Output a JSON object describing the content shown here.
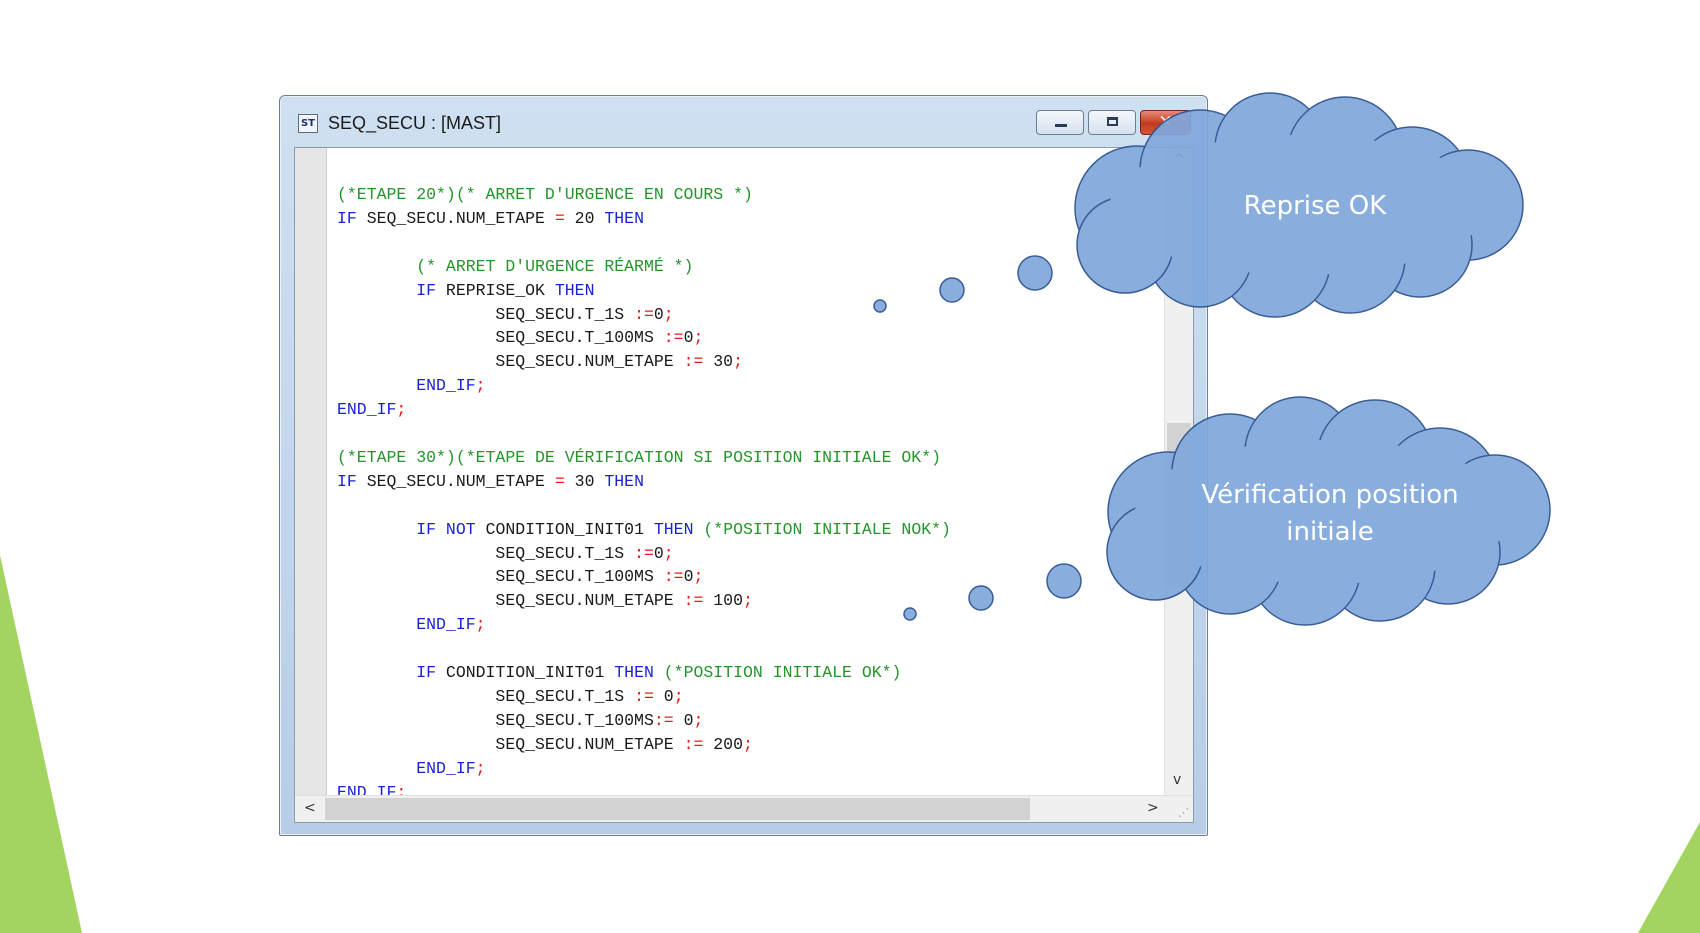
{
  "window": {
    "title": "SEQ_SECU : [MAST]",
    "icon_label": "ST",
    "controls": {
      "minimize": "minimize-icon",
      "maximize": "maximize-icon",
      "close": "✕"
    }
  },
  "code_lines": [
    [
      [
        "c",
        "(*ETAPE 20*)(* ARRET D'URGENCE EN COURS *)"
      ]
    ],
    [
      [
        "k",
        "IF"
      ],
      [
        "t",
        " SEQ_SECU.NUM_ETAPE "
      ],
      [
        "o",
        "="
      ],
      [
        "t",
        " 20 "
      ],
      [
        "k",
        "THEN"
      ]
    ],
    [],
    [
      [
        "t",
        "        "
      ],
      [
        "c",
        "(* ARRET D'URGENCE RÉARMÉ *)"
      ]
    ],
    [
      [
        "t",
        "        "
      ],
      [
        "k",
        "IF"
      ],
      [
        "t",
        " REPRISE_OK "
      ],
      [
        "k",
        "THEN"
      ]
    ],
    [
      [
        "t",
        "                SEQ_SECU.T_1S "
      ],
      [
        "o",
        ":="
      ],
      [
        "t",
        "0"
      ],
      [
        "o",
        ";"
      ]
    ],
    [
      [
        "t",
        "                SEQ_SECU.T_100MS "
      ],
      [
        "o",
        ":="
      ],
      [
        "t",
        "0"
      ],
      [
        "o",
        ";"
      ]
    ],
    [
      [
        "t",
        "                SEQ_SECU.NUM_ETAPE "
      ],
      [
        "o",
        ":="
      ],
      [
        "t",
        " 30"
      ],
      [
        "o",
        ";"
      ]
    ],
    [
      [
        "t",
        "        "
      ],
      [
        "k",
        "END_IF"
      ],
      [
        "o",
        ";"
      ]
    ],
    [
      [
        "k",
        "END_IF"
      ],
      [
        "o",
        ";"
      ]
    ],
    [],
    [
      [
        "c",
        "(*ETAPE 30*)(*ETAPE DE VÉRIFICATION SI POSITION INITIALE OK*)"
      ]
    ],
    [
      [
        "k",
        "IF"
      ],
      [
        "t",
        " SEQ_SECU.NUM_ETAPE "
      ],
      [
        "o",
        "="
      ],
      [
        "t",
        " 30 "
      ],
      [
        "k",
        "THEN"
      ]
    ],
    [],
    [
      [
        "t",
        "        "
      ],
      [
        "k",
        "IF NOT"
      ],
      [
        "t",
        " CONDITION_INIT01 "
      ],
      [
        "k",
        "THEN"
      ],
      [
        "t",
        " "
      ],
      [
        "c",
        "(*POSITION INITIALE NOK*)"
      ]
    ],
    [
      [
        "t",
        "                SEQ_SECU.T_1S "
      ],
      [
        "o",
        ":="
      ],
      [
        "t",
        "0"
      ],
      [
        "o",
        ";"
      ]
    ],
    [
      [
        "t",
        "                SEQ_SECU.T_100MS "
      ],
      [
        "o",
        ":="
      ],
      [
        "t",
        "0"
      ],
      [
        "o",
        ";"
      ]
    ],
    [
      [
        "t",
        "                SEQ_SECU.NUM_ETAPE "
      ],
      [
        "o",
        ":="
      ],
      [
        "t",
        " 100"
      ],
      [
        "o",
        ";"
      ]
    ],
    [
      [
        "t",
        "        "
      ],
      [
        "k",
        "END_IF"
      ],
      [
        "o",
        ";"
      ]
    ],
    [],
    [
      [
        "t",
        "        "
      ],
      [
        "k",
        "IF"
      ],
      [
        "t",
        " CONDITION_INIT01 "
      ],
      [
        "k",
        "THEN"
      ],
      [
        "t",
        " "
      ],
      [
        "c",
        "(*POSITION INITIALE OK*)"
      ]
    ],
    [
      [
        "t",
        "                SEQ_SECU.T_1S "
      ],
      [
        "o",
        ":="
      ],
      [
        "t",
        " 0"
      ],
      [
        "o",
        ";"
      ]
    ],
    [
      [
        "t",
        "                SEQ_SECU.T_100MS"
      ],
      [
        "o",
        ":="
      ],
      [
        "t",
        " 0"
      ],
      [
        "o",
        ";"
      ]
    ],
    [
      [
        "t",
        "                SEQ_SECU.NUM_ETAPE "
      ],
      [
        "o",
        ":="
      ],
      [
        "t",
        " 200"
      ],
      [
        "o",
        ";"
      ]
    ],
    [
      [
        "t",
        "        "
      ],
      [
        "k",
        "END_IF"
      ],
      [
        "o",
        ";"
      ]
    ],
    [
      [
        "k",
        "END_IF"
      ],
      [
        "o",
        ";"
      ]
    ]
  ],
  "scrollbars": {
    "up": "^",
    "down": "v",
    "left": "<",
    "right": ">",
    "grip": "⋰"
  },
  "callouts": {
    "top": "Reprise OK",
    "bottom_line1": "Vérification position",
    "bottom_line2": "initiale"
  },
  "colors": {
    "keyword": "#1a22d8",
    "comment": "#24952a",
    "operator": "#e11b1b",
    "cloud_fill": "#7fa8dc",
    "cloud_stroke": "#2a4f8e",
    "accent_green": "#a3d45f"
  }
}
